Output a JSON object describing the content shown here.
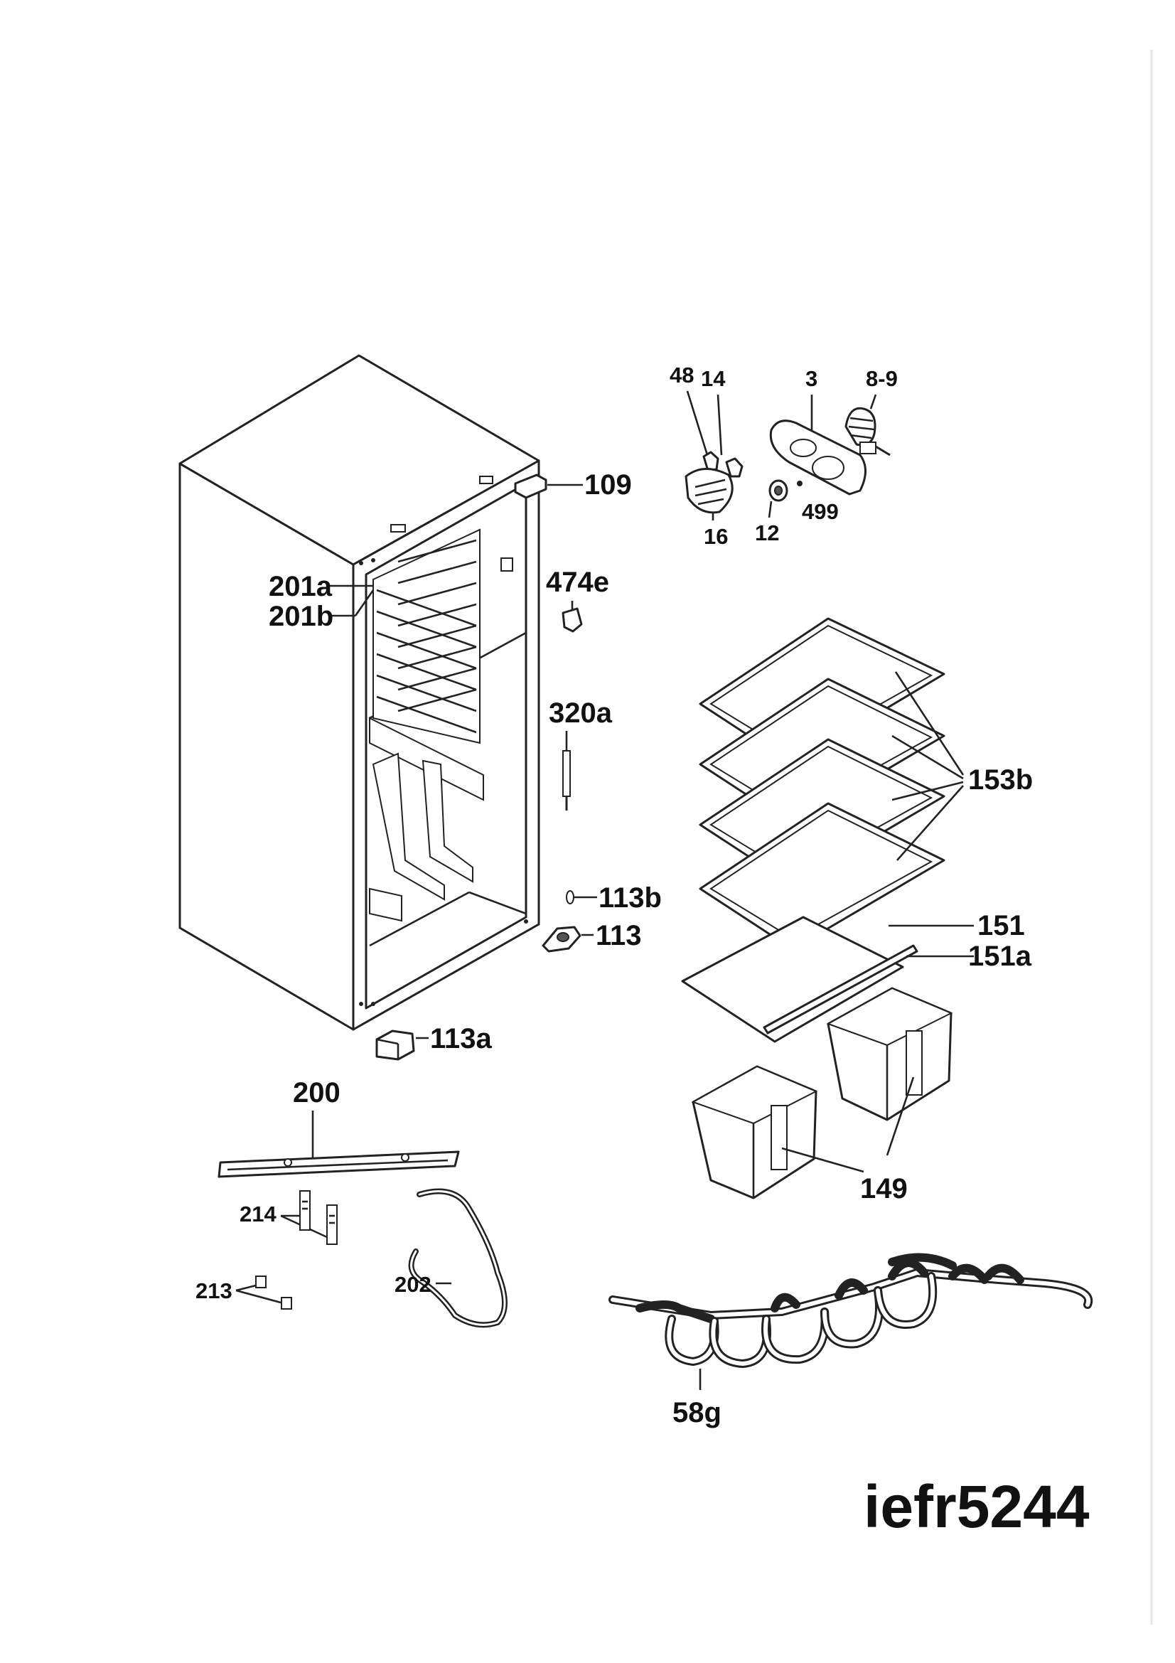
{
  "labels": {
    "p48": "48",
    "p14": "14",
    "p3": "3",
    "p8_9": "8-9",
    "p109": "109",
    "p16": "16",
    "p12": "12",
    "p499": "499",
    "p201a": "201a",
    "p201b": "201b",
    "p474e": "474e",
    "p320a": "320a",
    "p153b": "153b",
    "p113b": "113b",
    "p113": "113",
    "p151": "151",
    "p151a": "151a",
    "p113a": "113a",
    "p200": "200",
    "p149": "149",
    "p214": "214",
    "p213": "213",
    "p202": "202",
    "p58g": "58g"
  },
  "model_code": "iefr5244"
}
